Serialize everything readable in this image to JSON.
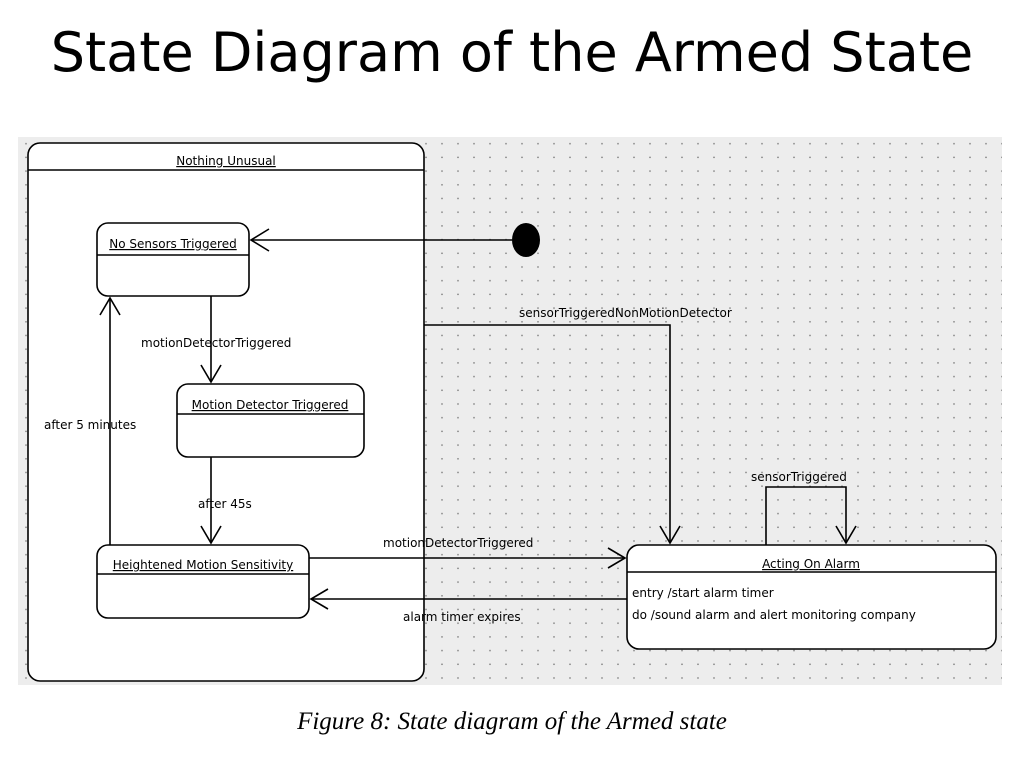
{
  "slide": {
    "title": "State Diagram of the Armed State",
    "caption": "Figure 8: State diagram of the Armed state"
  },
  "diagram": {
    "composite_state": {
      "name": "Nothing Unusual"
    },
    "states": {
      "no_sensors": {
        "name": "No Sensors Triggered"
      },
      "motion_detector": {
        "name": "Motion Detector Triggered"
      },
      "heightened": {
        "name": "Heightened Motion Sensitivity"
      },
      "acting_on_alarm": {
        "name": "Acting On Alarm",
        "entry_action": "entry /start alarm timer",
        "do_activity": "do /sound alarm and alert monitoring company"
      }
    },
    "transitions": {
      "motion_detector_triggered_1": "motionDetectorTriggered",
      "after_45s": "after 45s",
      "after_5_minutes": "after 5 minutes",
      "motion_detector_triggered_2": "motionDetectorTriggered",
      "alarm_timer_expires": "alarm timer expires",
      "sensor_triggered_non_motion": "sensorTriggeredNonMotionDetector",
      "sensor_triggered": "sensorTriggered"
    }
  },
  "colors": {
    "background_grid_panel": "#ededed",
    "grid_dots": "#9a9a9a",
    "line": "#000000"
  }
}
